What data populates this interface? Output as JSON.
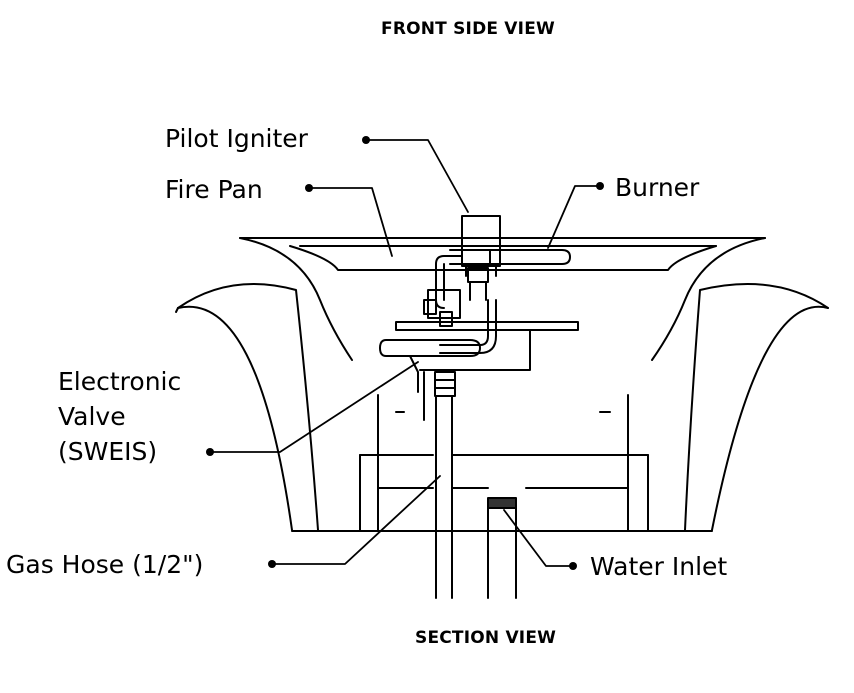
{
  "header": {
    "title": "FRONT SIDE VIEW"
  },
  "footer": {
    "title": "SECTION VIEW"
  },
  "callouts": {
    "pilot_igniter": "Pilot Igniter",
    "fire_pan": "Fire Pan",
    "burner": "Burner",
    "electronic_valve_line1": "Electronic",
    "electronic_valve_line2": "Valve",
    "electronic_valve_line3": "(SWEIS)",
    "gas_hose": "Gas Hose (1/2\")",
    "water_inlet": "Water Inlet"
  }
}
